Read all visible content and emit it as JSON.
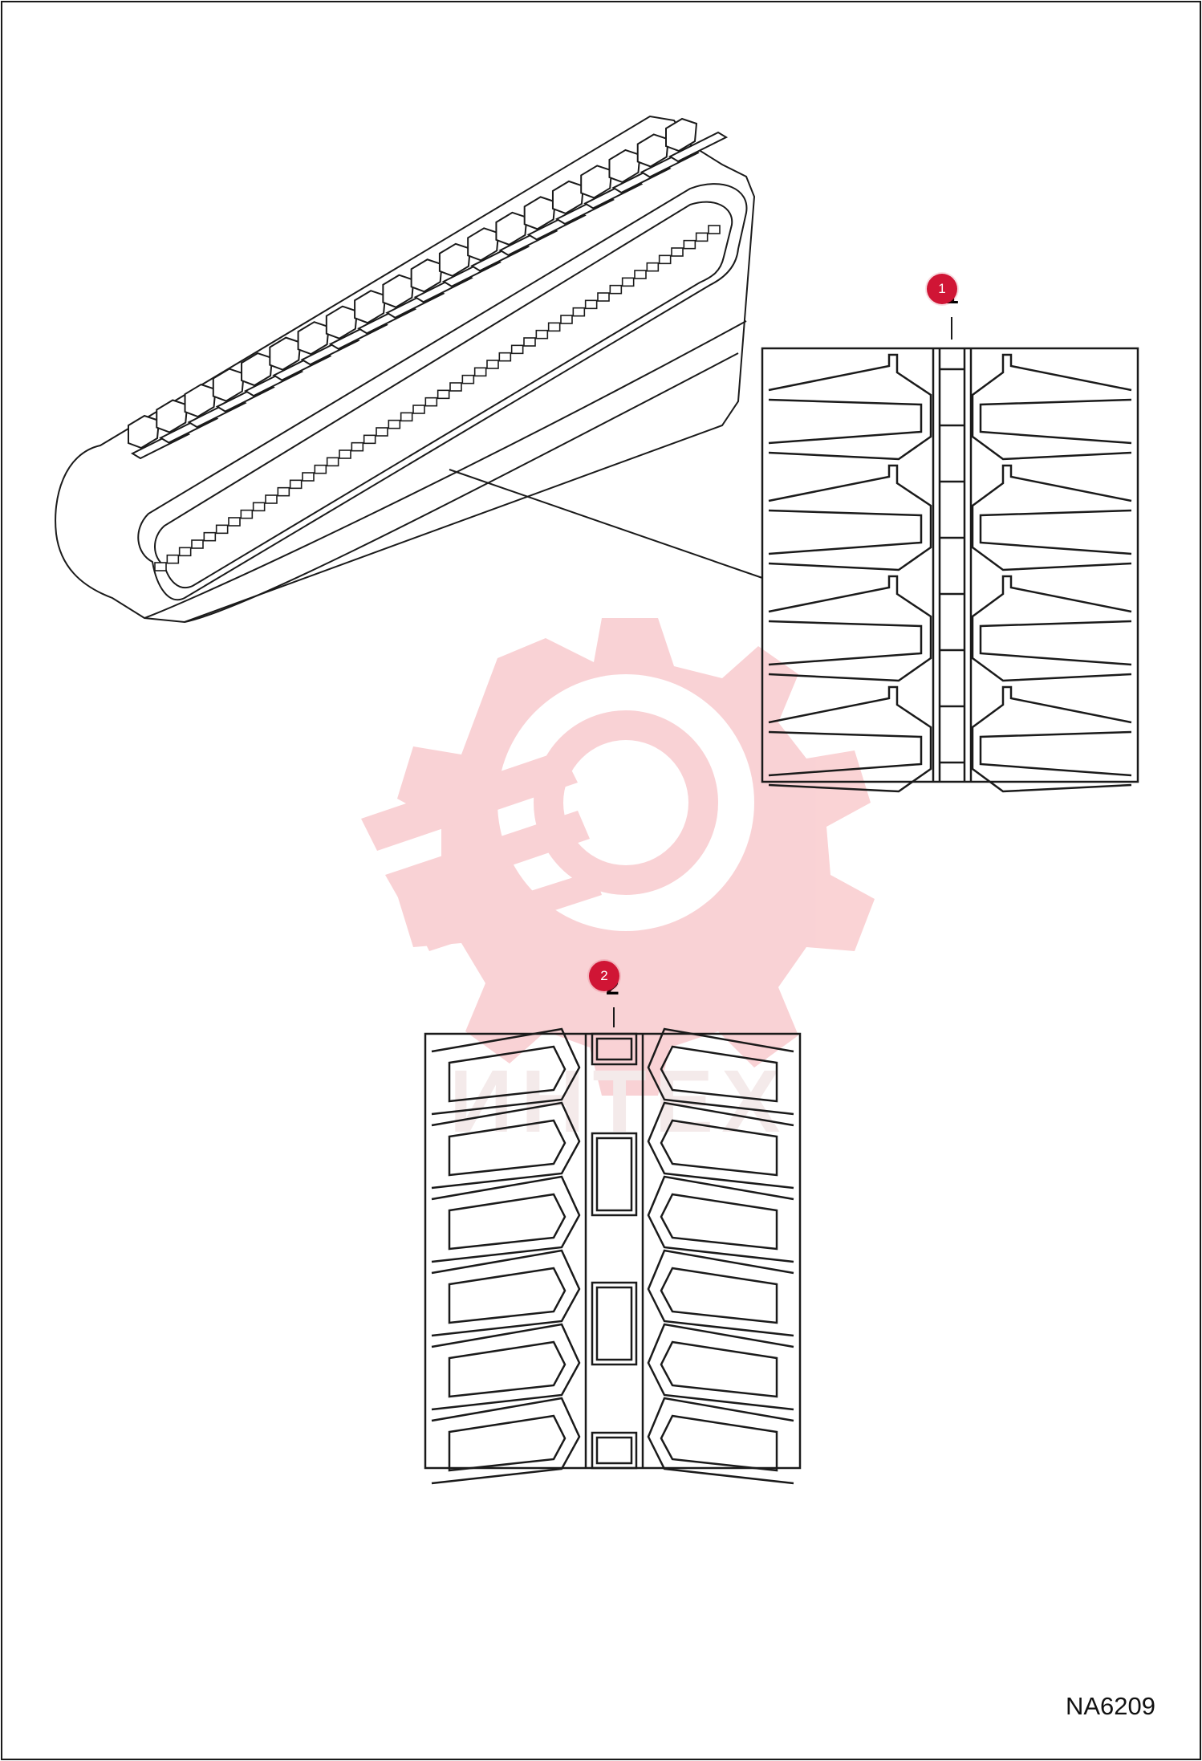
{
  "callouts": [
    {
      "label": "1"
    },
    {
      "label": "2"
    }
  ],
  "figure_code": "NA6209",
  "colors": {
    "callout_fill": "#d01535",
    "watermark": "#f4b8bc",
    "line": "#1a1a1a"
  }
}
